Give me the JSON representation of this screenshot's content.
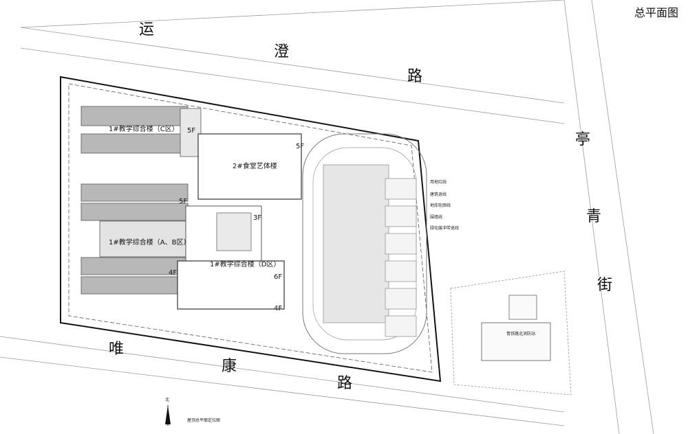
{
  "title": "总平面图",
  "roads": {
    "north": [
      "运",
      "澄",
      "路"
    ],
    "south": [
      "唯",
      "康",
      "路"
    ],
    "east": [
      "亭",
      "青",
      "街"
    ]
  },
  "buildings": {
    "b1_north": "1#教学综合楼（C区）",
    "b2": "2#食堂艺体楼",
    "b1_west": "1#教学综合楼（A、B区）",
    "b1_south": "1#教学综合楼（D区）",
    "floors": {
      "c_5f": "5F",
      "canteen_5f": "5F",
      "ab_5f": "5F",
      "ab_4f": "4F",
      "d_3f": "3F",
      "d_6f": "6F",
      "d_4f": "4F"
    }
  },
  "legend": [
    "用地红线",
    "建筑退线",
    "地库轮廓线",
    "围墙线",
    "绿化缓冲带退线"
  ],
  "neighbor": "青铁路北消防站",
  "north_arrow": "北",
  "caption": "屋顶总平面定位图"
}
